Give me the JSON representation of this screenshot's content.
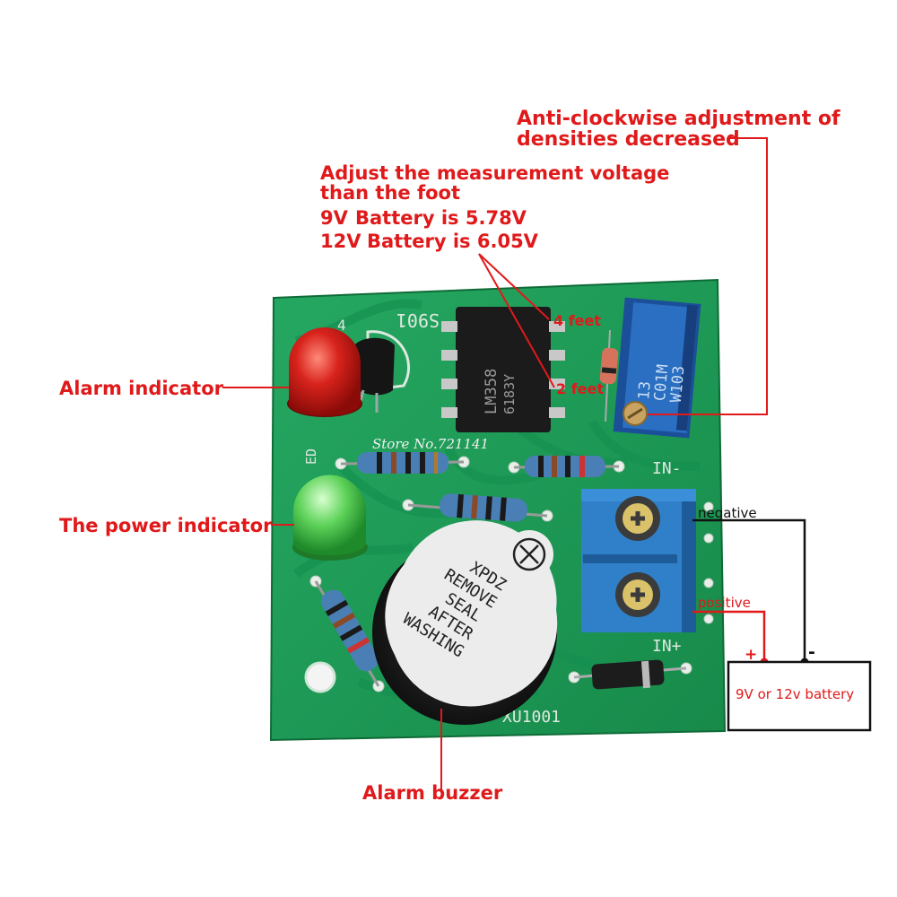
{
  "labels": {
    "anticlockwise_line1": "Anti-clockwise adjustment of",
    "anticlockwise_line2": "densities decreased",
    "adjust_line1": "Adjust the measurement voltage",
    "adjust_line2": "than the foot",
    "battery9_prefix": "9V",
    "battery9_text": "Battery is 5.78V",
    "battery12_prefix": "12V",
    "battery12_text": "Battery is 6.05V",
    "feet4": "4 feet",
    "feet2": "2 feet",
    "alarm_indicator": "Alarm indicator",
    "power_indicator": "The power indicator",
    "alarm_buzzer": "Alarm buzzer",
    "negative": "negative",
    "positive": "positive",
    "plus": "+",
    "minus": "-",
    "battery_box": "9V or 12v battery"
  },
  "pcb": {
    "silkscreen_top": "S901",
    "silkscreen_top_digit": "4",
    "silkscreen_bottom": "XU1001",
    "in_minus": "IN-",
    "in_plus": "IN+",
    "ed": "ED",
    "watermark": "Store No.721141",
    "ic_line1": "LM358",
    "ic_line2": "6183Y",
    "pot_line1": "13",
    "pot_line2": "C01M",
    "pot_line3": "W103",
    "buzzer_line1": "XPDZ",
    "buzzer_line2": "REMOVE",
    "buzzer_line3": "SEAL",
    "buzzer_line4": "AFTER",
    "buzzer_line5": "WASHING"
  },
  "colors": {
    "annotation": "#e0191a",
    "pcb_green": "#1f9a57",
    "terminal_blue": "#2f80c9",
    "pot_blue": "#2a6fc2"
  }
}
